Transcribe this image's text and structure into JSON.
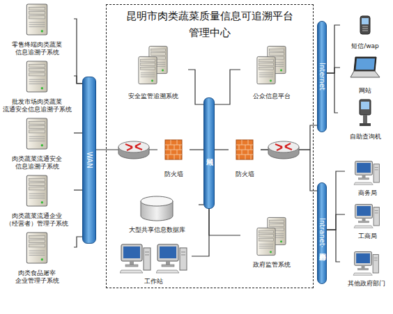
{
  "diagram": {
    "nodes": [
      {
        "text": [
          "零售终端肉类蔬菜 信息追溯子系统"
        ]
      },
      {
        "text": [
          "批发市场肉类蔬菜 流通安全信息追溯子系统"
        ]
      },
      {
        "text": [
          "肉类蔬菜流通安全 信息追溯子系统"
        ]
      },
      {
        "text": [
          "肉类蔬菜流通企业 （经营者）管理子系统"
        ]
      },
      {
        "text": [
          "肉类食品屠宰 企业管理子系统"
        ]
      },
      {
        "text": [
          "WAN"
        ]
      },
      {
        "text": [
          "昆明市肉类蔬菜质量信息可追溯平台 管理中心"
        ]
      },
      {
        "text": [
          "安全监管追溯系统"
        ],
        "in": 6
      },
      {
        "text": [
          "公众信息平台"
        ],
        "in": 6
      },
      {
        "text": [
          "防火墙"
        ],
        "in": 6
      },
      {
        "text": [
          "局域网"
        ],
        "in": 6
      },
      {
        "text": [
          "防火墙"
        ],
        "in": 6
      },
      {
        "text": [
          "大型共享信息数据库"
        ],
        "in": 6
      },
      {
        "text": [
          "工作站"
        ],
        "in": 6
      },
      {
        "text": [
          "政府监管系统"
        ],
        "in": 6
      },
      {
        "text": [
          "Internet"
        ]
      },
      {
        "text": [
          "短信/wap"
        ]
      },
      {
        "text": [
          "网站"
        ]
      },
      {
        "text": [
          "自助查询机"
        ]
      },
      {
        "text": [
          "Intranet·政府办公网"
        ]
      },
      {
        "text": [
          "商务局"
        ]
      },
      {
        "text": [
          "工商局"
        ]
      },
      {
        "text": [
          "其他政府部门"
        ]
      }
    ],
    "edges": [
      {
        "from": 0,
        "to": 5,
        "arrow": "none"
      },
      {
        "from": 1,
        "to": 5,
        "arrow": "none"
      },
      {
        "from": 2,
        "to": 5,
        "arrow": "none"
      },
      {
        "from": 3,
        "to": 5,
        "arrow": "none"
      },
      {
        "from": 4,
        "to": 5,
        "arrow": "none"
      },
      {
        "from": 5,
        "to": 9,
        "arrow": "none"
      },
      {
        "from": 9,
        "to": 10,
        "arrow": "none"
      },
      {
        "from": 10,
        "to": 11,
        "arrow": "none"
      },
      {
        "from": 11,
        "to": 15,
        "arrow": "none"
      },
      {
        "from": 11,
        "to": 19,
        "arrow": "none"
      },
      {
        "from": 7,
        "to": 10,
        "arrow": "none"
      },
      {
        "from": 8,
        "to": 10,
        "arrow": "none"
      },
      {
        "from": 12,
        "to": 10,
        "arrow": "none"
      },
      {
        "from": 13,
        "to": 10,
        "arrow": "none"
      },
      {
        "from": 14,
        "to": 10,
        "arrow": "none"
      },
      {
        "from": 15,
        "to": 16,
        "arrow": "none"
      },
      {
        "from": 15,
        "to": 17,
        "arrow": "none"
      },
      {
        "from": 15,
        "to": 18,
        "arrow": "none"
      },
      {
        "from": 19,
        "to": 20,
        "arrow": "none"
      },
      {
        "from": 19,
        "to": 21,
        "arrow": "none"
      },
      {
        "from": 19,
        "to": 22,
        "arrow": "none"
      }
    ]
  }
}
